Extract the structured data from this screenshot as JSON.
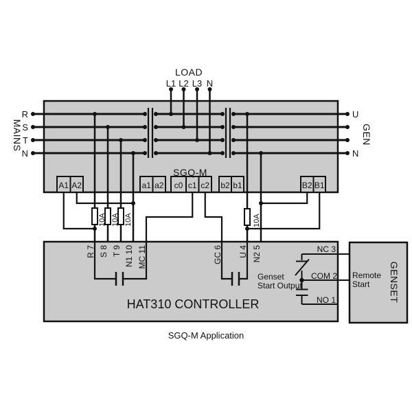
{
  "caption": "SGQ-M Application",
  "colors": {
    "box_fill": "#cbcbcb",
    "line": "#111111",
    "background": "#ffffff",
    "fuse_fill": "#ffffff"
  },
  "load": {
    "label": "LOAD",
    "terminals": [
      "L1",
      "L2",
      "L3",
      "N"
    ]
  },
  "mains": {
    "label": "MAINS",
    "phases": [
      "R",
      "S",
      "T",
      "N"
    ]
  },
  "gen": {
    "label": "GEN",
    "top_phase": "U",
    "bottom_phase": "N"
  },
  "sgqm": {
    "label": "SGQ-M",
    "terminals": [
      "A1",
      "A2",
      "a1",
      "a2",
      "c0",
      "c1",
      "c2",
      "b2",
      "b1",
      "B2",
      "B1"
    ]
  },
  "fuse_rating": "10A",
  "controller": {
    "title": "HAT310 CONTROLLER",
    "terminals": [
      "R 7",
      "S 8",
      "T 9",
      "N1 10",
      "MC 11",
      "GC 6",
      "U 4",
      "N2 5"
    ],
    "relay": {
      "nc": "NC 3",
      "com": "COM 2",
      "no": "NO 1"
    },
    "output_caption_line1": "Genset",
    "output_caption_line2": "Start Output"
  },
  "genset": {
    "label": "GENSET",
    "remote_line1": "Remote",
    "remote_line2": "Start"
  }
}
